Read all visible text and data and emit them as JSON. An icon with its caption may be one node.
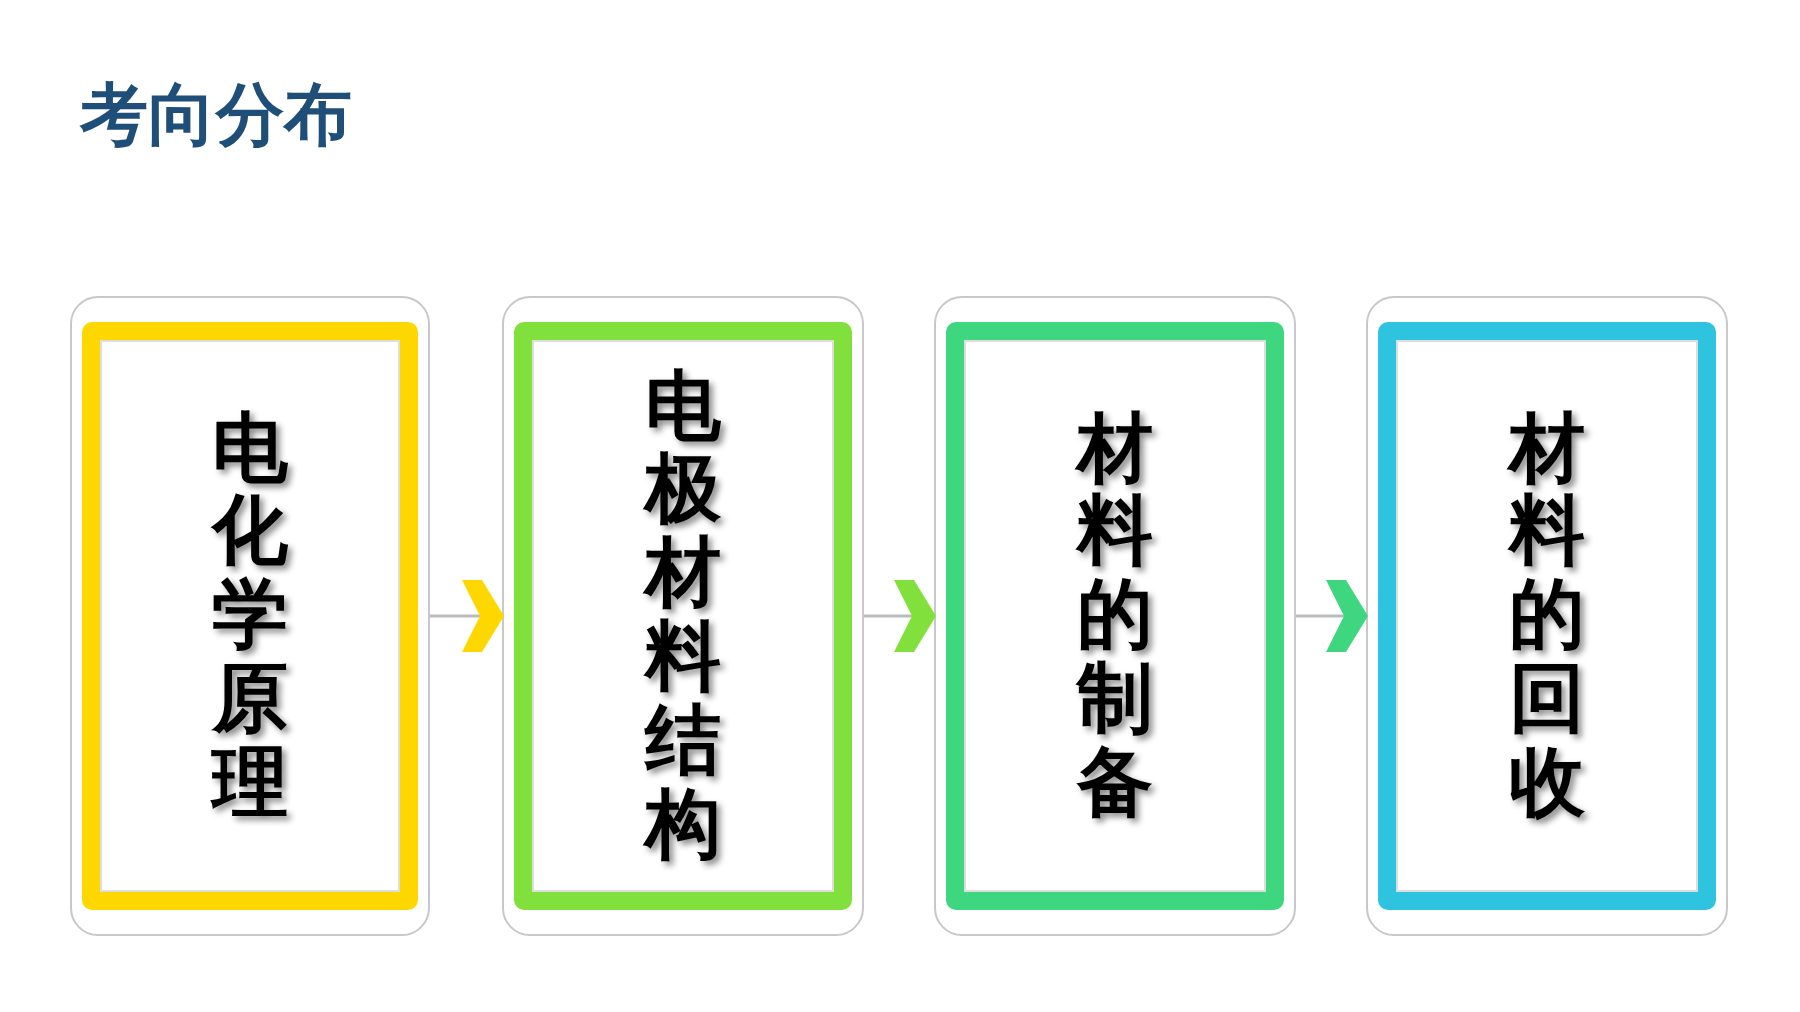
{
  "diagram": {
    "title": "考向分布",
    "nodes": [
      {
        "text": [
          "电化学原理"
        ]
      },
      {
        "text": [
          "电极材料结构"
        ]
      },
      {
        "text": [
          "材料的制备"
        ]
      },
      {
        "text": [
          "材料的回收"
        ]
      }
    ],
    "edges": [
      {
        "from": 0,
        "to": 1,
        "arrow": "to"
      },
      {
        "from": 1,
        "to": 2,
        "arrow": "to"
      },
      {
        "from": 2,
        "to": 3,
        "arrow": "to"
      }
    ]
  }
}
